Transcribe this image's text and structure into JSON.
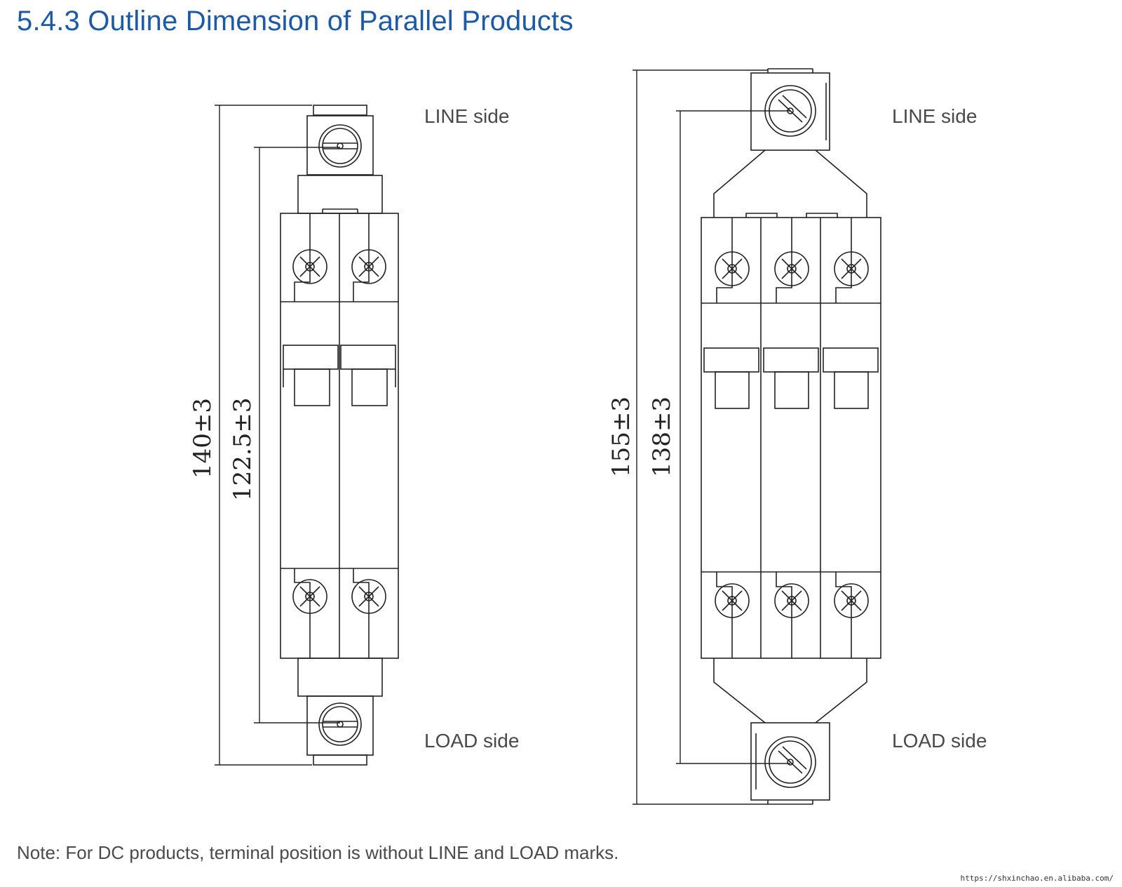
{
  "title": "5.4.3 Outline Dimension of Parallel Products",
  "note": "Note:  For DC products, terminal position is without LINE and LOAD marks.",
  "watermark": "https://shxinchao.en.alibaba.com/",
  "left_product": {
    "line_label": "LINE side",
    "load_label": "LOAD side",
    "dim_overall": "140±3",
    "dim_terminal": "122.5±3",
    "poles": 2
  },
  "right_product": {
    "line_label": "LINE side",
    "load_label": "LOAD side",
    "dim_overall": "155±3",
    "dim_terminal": "138±3",
    "poles": 3
  },
  "colors": {
    "title": "#1b5aa6",
    "text": "#4a4a4a",
    "line": "#222222"
  },
  "icons": [
    "terminal-screw-icon",
    "phillips-screw-icon"
  ]
}
